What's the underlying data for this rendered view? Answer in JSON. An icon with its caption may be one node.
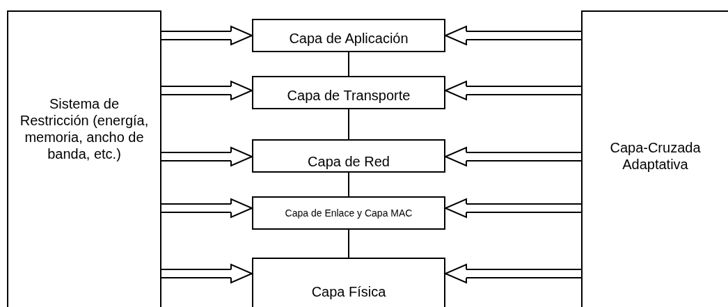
{
  "diagram": {
    "nodes": [
      {
        "text": [
          "Sistema de Restricción (energía, memoria, ancho de banda, etc.)"
        ]
      },
      {
        "text": [
          "Capa de Aplicación"
        ]
      },
      {
        "text": [
          "Capa de Transporte"
        ]
      },
      {
        "text": [
          "Capa de Red"
        ]
      },
      {
        "text": [
          "Capa de Enlace y Capa MAC"
        ]
      },
      {
        "text": [
          "Capa Física"
        ]
      },
      {
        "text": [
          "Capa-Cruzada Adaptativa"
        ]
      }
    ],
    "edges": [
      {
        "from": 0,
        "to": 1,
        "arrow": "to"
      },
      {
        "from": 0,
        "to": 2,
        "arrow": "to"
      },
      {
        "from": 0,
        "to": 3,
        "arrow": "to"
      },
      {
        "from": 0,
        "to": 4,
        "arrow": "to"
      },
      {
        "from": 0,
        "to": 5,
        "arrow": "to"
      },
      {
        "from": 6,
        "to": 1,
        "arrow": "to"
      },
      {
        "from": 6,
        "to": 2,
        "arrow": "to"
      },
      {
        "from": 6,
        "to": 3,
        "arrow": "to"
      },
      {
        "from": 6,
        "to": 4,
        "arrow": "to"
      },
      {
        "from": 6,
        "to": 5,
        "arrow": "to"
      },
      {
        "from": 1,
        "to": 2,
        "arrow": "none"
      },
      {
        "from": 2,
        "to": 3,
        "arrow": "none"
      },
      {
        "from": 3,
        "to": 4,
        "arrow": "none"
      },
      {
        "from": 4,
        "to": 5,
        "arrow": "none"
      }
    ]
  }
}
